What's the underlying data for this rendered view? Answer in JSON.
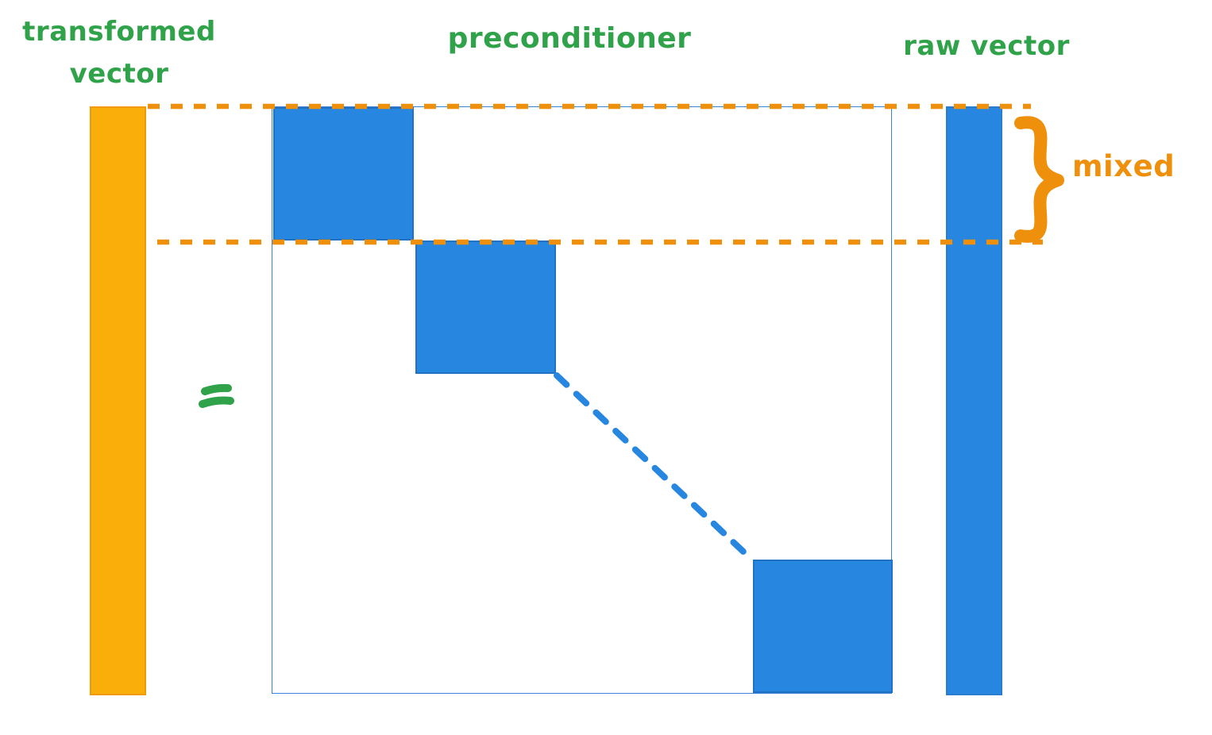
{
  "labels": {
    "transformed_vector": "transformed vector",
    "preconditioner": "preconditioner",
    "raw_vector": "raw vector",
    "mixed": "mixed",
    "equals": "="
  },
  "colors": {
    "label_green": "#2fa24a",
    "accent_orange": "#ef900d",
    "amber_bar_fill": "#faae0a",
    "blue_fill": "#2786df",
    "matrix_outline_blue": "#3b82d6"
  },
  "figure": {
    "type": "matrix-vector equation diagram",
    "equation": "transformed vector = preconditioner × raw vector",
    "left_vector": {
      "label": "transformed vector",
      "fill": "#faae0a"
    },
    "matrix": {
      "label": "preconditioner",
      "diagonal_blocks_shown": 3,
      "diagonal_continuation": "blue dashed line between block 2 and block 3",
      "outline": "#3b82d6"
    },
    "right_vector": {
      "label": "raw vector",
      "fill": "#2786df"
    },
    "annotation": {
      "label": "mixed",
      "marker": "orange dashed horizontal lines spanning first block rows, with curly brace on right"
    }
  }
}
